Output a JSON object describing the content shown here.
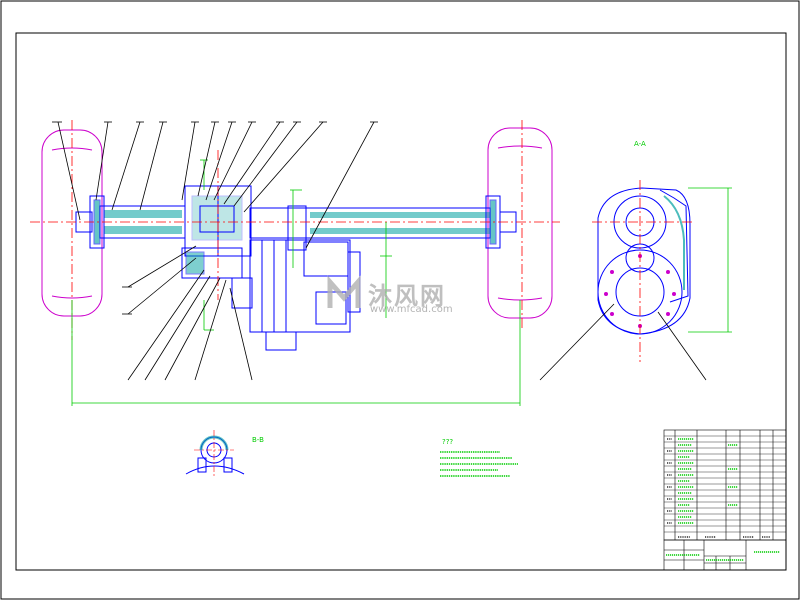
{
  "watermark": {
    "name": "沐风网",
    "url": "www.mfcad.com",
    "color": "#b0b0b0"
  },
  "views": {
    "side_view_label": "A-A",
    "section_label": "B-B",
    "notes_heading": "???"
  },
  "colors": {
    "wheel": "#cc00cc",
    "outline": "#0000ff",
    "hatch": "#00a0a0",
    "centerline": "#ff0000",
    "dimension": "#00cc00",
    "leader": "#000000",
    "frame": "#000000"
  }
}
